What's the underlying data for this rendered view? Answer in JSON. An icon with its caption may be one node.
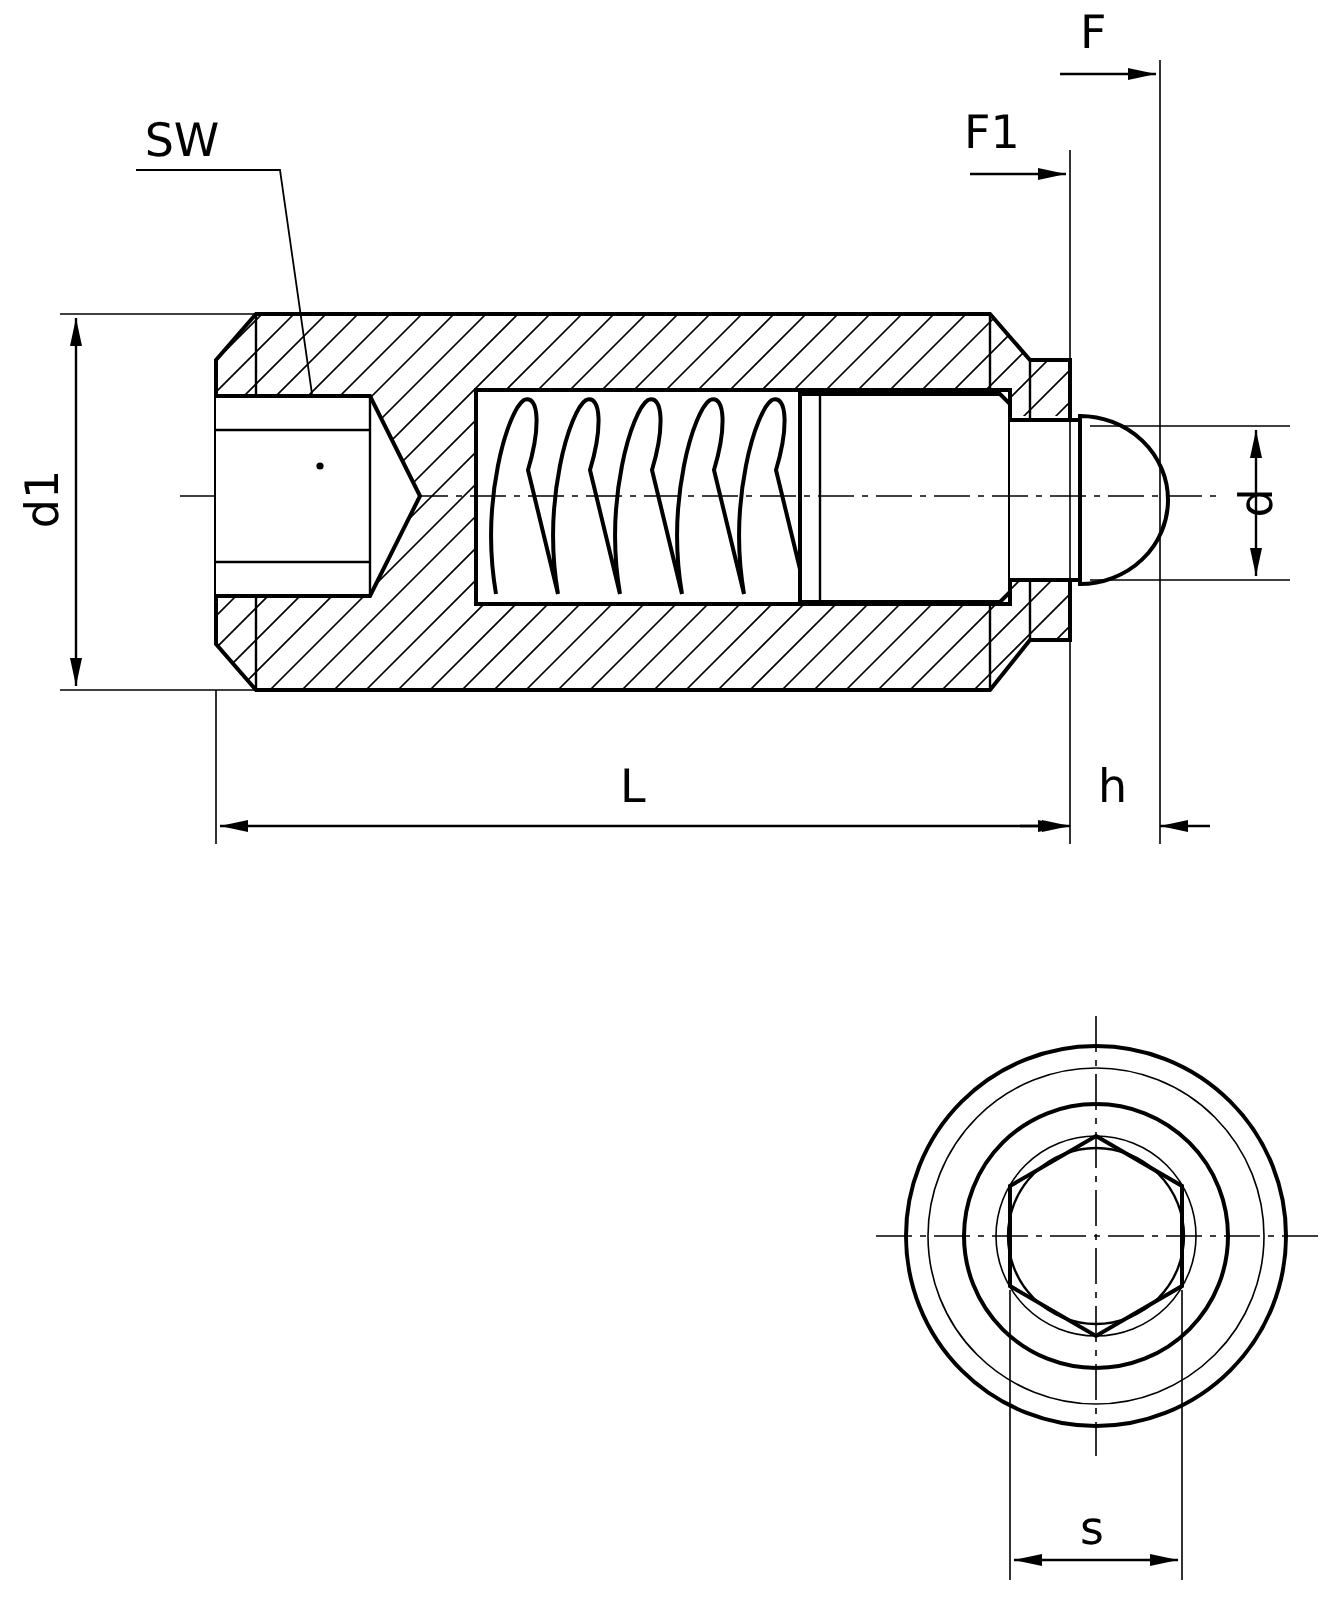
{
  "diagram": {
    "nodes": [
      {
        "text": [
          "SW"
        ]
      },
      {
        "text": [],
        "shape": "picture"
      }
    ],
    "edges": [
      {
        "from": 0,
        "to": 1,
        "arrow": "none"
      }
    ],
    "labels": [
      "F",
      "F1",
      "d1",
      "d",
      "L",
      "h",
      "s"
    ]
  }
}
